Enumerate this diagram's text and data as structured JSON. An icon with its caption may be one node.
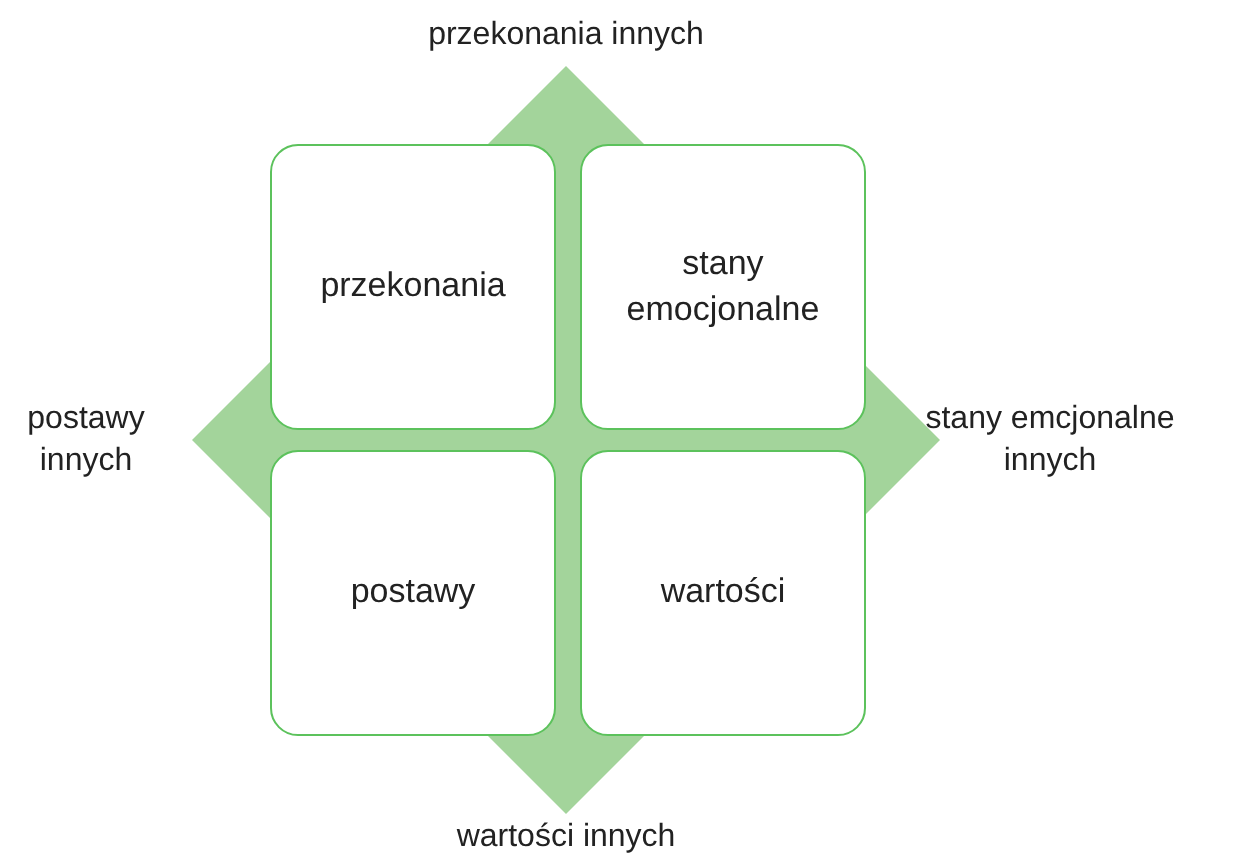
{
  "diagram": {
    "nodes": [
      {
        "text": [
          "przekonania"
        ]
      },
      {
        "text": [
          "stany emocjonalne"
        ]
      },
      {
        "text": [
          "postawy"
        ]
      },
      {
        "text": [
          "wartości"
        ]
      }
    ],
    "labels": [
      "przekonania innych",
      "postawy innych",
      "stany emcjonalne innych",
      "wartości innych"
    ]
  }
}
